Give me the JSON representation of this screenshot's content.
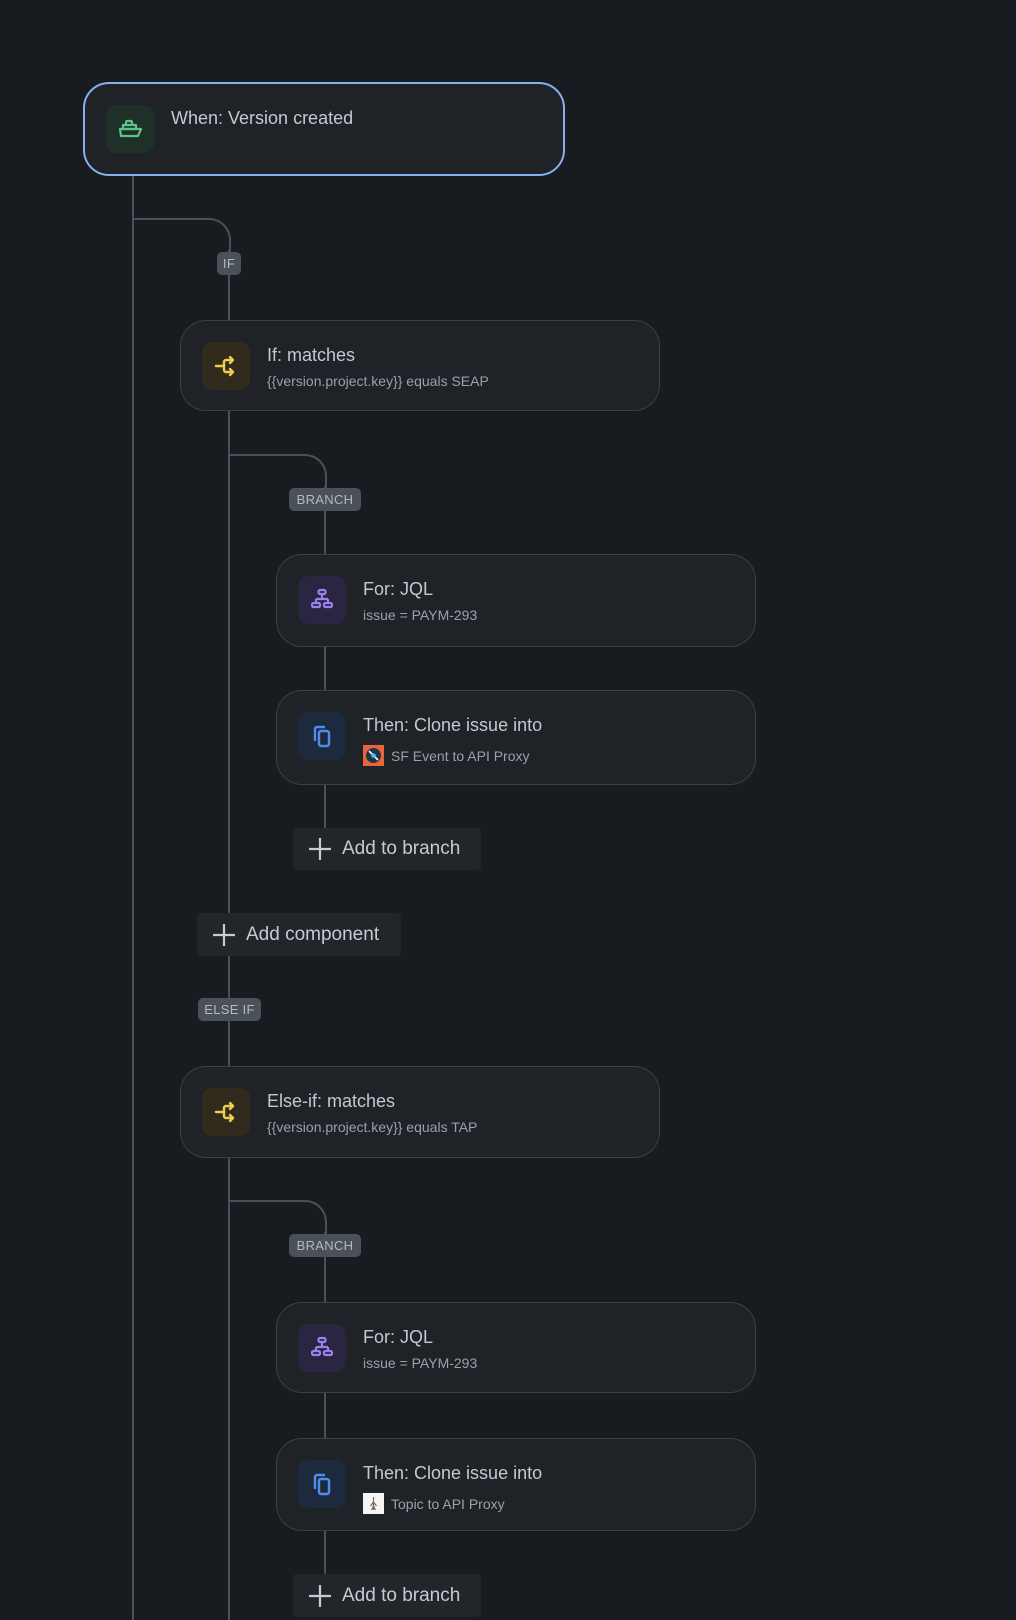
{
  "flow": {
    "trigger": {
      "title": "When: Version created",
      "icon": "ship-icon",
      "color": "#5cc48a",
      "icon_bg": "#1f3029"
    },
    "if_branch": {
      "badge": "IF",
      "condition": {
        "title": "If: matches",
        "subtitle": "{{version.project.key}} equals SEAP",
        "icon": "branch-arrows-icon",
        "color": "#f0cc4f",
        "icon_bg": "#302b1c"
      },
      "branch_badge": "BRANCH",
      "for": {
        "title": "For: JQL",
        "subtitle": "issue = PAYM-293",
        "icon": "hierarchy-icon",
        "color": "#9b82ea",
        "icon_bg": "#2a2540"
      },
      "then": {
        "title": "Then: Clone issue into",
        "subtitle": "SF Event to API Proxy",
        "icon": "copy-icon",
        "color": "#4f8cf0",
        "icon_bg": "#1d2a3d"
      },
      "add_to_branch": "Add to branch"
    },
    "add_component": "Add component",
    "else_if_branch": {
      "badge": "ELSE IF",
      "condition": {
        "title": "Else-if: matches",
        "subtitle": "{{version.project.key}} equals TAP",
        "icon": "branch-arrows-icon",
        "color": "#f0cc4f",
        "icon_bg": "#302b1c"
      },
      "branch_badge": "BRANCH",
      "for": {
        "title": "For: JQL",
        "subtitle": "issue = PAYM-293",
        "icon": "hierarchy-icon",
        "color": "#9b82ea",
        "icon_bg": "#2a2540"
      },
      "then": {
        "title": "Then: Clone issue into",
        "subtitle": "Topic to API Proxy",
        "icon": "copy-icon",
        "color": "#4f8cf0",
        "icon_bg": "#1d2a3d"
      },
      "add_to_branch": "Add to branch"
    }
  },
  "colors": {
    "background": "#181b1f",
    "connector": "#4a5058",
    "selected_border": "#85b0f0"
  }
}
